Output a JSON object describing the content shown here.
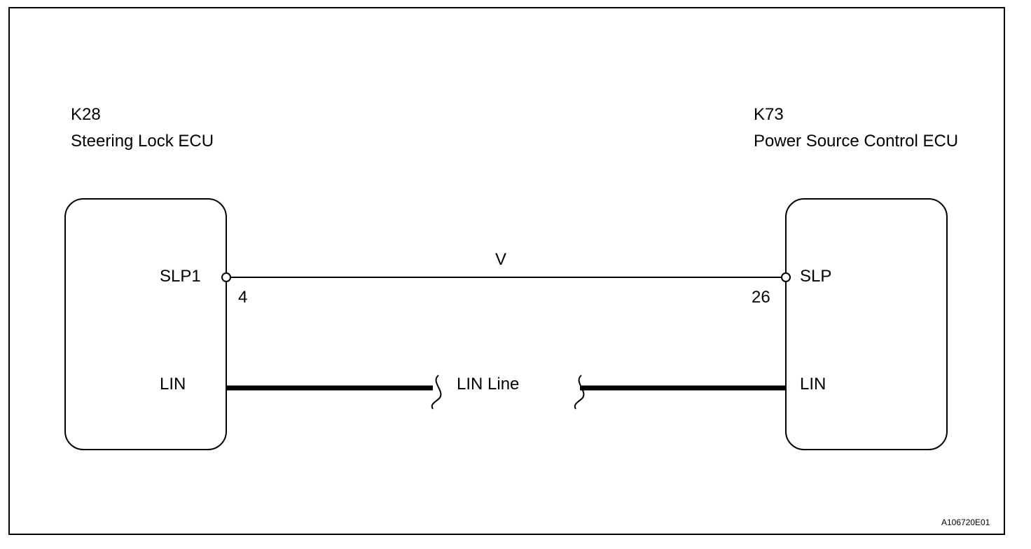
{
  "left_ecu": {
    "connector": "K28",
    "name": "Steering Lock ECU",
    "pin_sig_label": "SLP1",
    "pin_sig_number": "4",
    "pin_lin_label": "LIN"
  },
  "right_ecu": {
    "connector": "K73",
    "name": "Power Source Control ECU",
    "pin_sig_label": "SLP",
    "pin_sig_number": "26",
    "pin_lin_label": "LIN"
  },
  "wire_color": "V",
  "lin_line_label": "LIN Line",
  "figure_id": "A106720E01"
}
